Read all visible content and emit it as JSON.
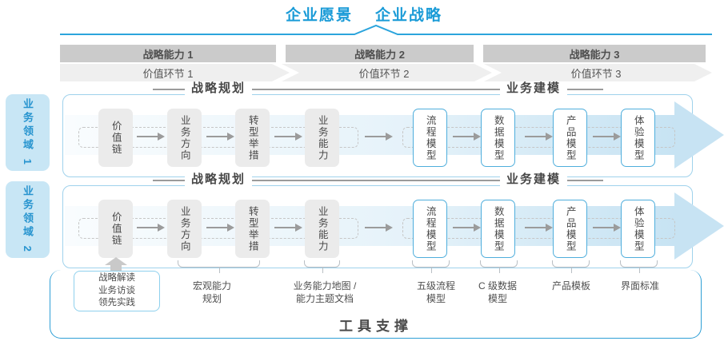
{
  "header": {
    "vision": "企业愿景",
    "strategy": "企业战略"
  },
  "capability_bands": [
    "战略能力 1",
    "战略能力 2",
    "战略能力 3"
  ],
  "value_bands": [
    "价值环节 1",
    "价值环节 2",
    "价值环节 3"
  ],
  "domains": [
    {
      "label": "业务领域 1"
    },
    {
      "label": "业务领域 2"
    }
  ],
  "rows": [
    {
      "planning_title": "战略规划",
      "modeling_title": "业务建模",
      "planning_boxes": [
        "价值链",
        "业务方向",
        "转型举措",
        "业务能力"
      ],
      "modeling_boxes": [
        "流程模型",
        "数据模型",
        "产品模型",
        "体验模型"
      ]
    },
    {
      "planning_title": "战略规划",
      "modeling_title": "业务建模",
      "planning_boxes": [
        "价值链",
        "业务方向",
        "转型举措",
        "业务能力"
      ],
      "modeling_boxes": [
        "流程模型",
        "数据模型",
        "产品模型",
        "体验模型"
      ]
    }
  ],
  "footer": {
    "practice_box": [
      "战略解读",
      "业务访谈",
      "领先实践"
    ],
    "labels": [
      {
        "lines": [
          "宏观能力",
          "规划"
        ]
      },
      {
        "lines": [
          "业务能力地图 /",
          "能力主题文档"
        ]
      },
      {
        "lines": [
          "五级流程",
          "模型"
        ]
      },
      {
        "lines": [
          "C 级数据",
          "模型"
        ]
      },
      {
        "lines": [
          "产品模板"
        ]
      },
      {
        "lines": [
          "界面标准"
        ]
      }
    ],
    "tool_support": "工具支撑"
  },
  "colors": {
    "brand_blue": "#1a9bd7",
    "roof_line": "#2ba4dc",
    "capability_band": "#cbcbcb",
    "value_band": "#efefef",
    "tab_bg": "#c8e6f5",
    "tab_text": "#2794cf",
    "row_border": "#9fd2ec",
    "gray_box": "#ebebeb",
    "blue_box_border": "#4faedc",
    "flow_band": "#c7e3f3",
    "arrow_gray": "#9b9b9b",
    "footer_border": "#2e9fd6",
    "text_dark": "#4a4a4a"
  }
}
